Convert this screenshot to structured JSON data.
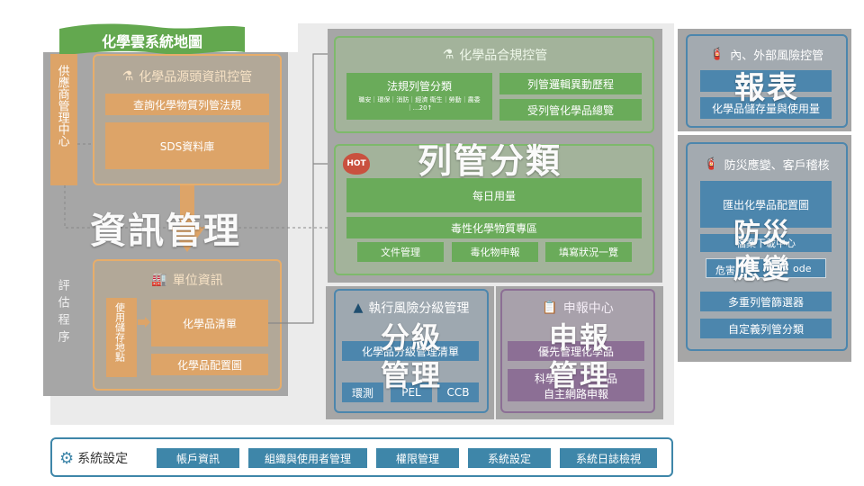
{
  "map_title": "化學雲系統地圖",
  "supplier": "供應商管理中心",
  "eval": "評估程序",
  "source": {
    "title": "化學品源頭資訊控管",
    "query": "查詢化學物質列管法規",
    "sds": "SDS資料庫"
  },
  "info_overlay": "資訊管理",
  "unit": {
    "title": "單位資訊",
    "usage_storage": "使用儲存地點",
    "inventory": "化學品清單",
    "layout": "化學品配置圖"
  },
  "compliance": {
    "title": "化學品合規控管",
    "regs": "法規列管分類",
    "regs_sub": "職安｜環保｜消防｜經濟 衛生｜勞動｜農委｜…20↑",
    "history": "列管邏輯異動歷程",
    "overview": "受列管化學品總覽"
  },
  "hot": {
    "badge": "HOT",
    "daily": "每日用量",
    "toxic": "毒性化學物質專區",
    "docs": "文件管理",
    "toxic_report": "毒化物申報",
    "fill_status": "填寫狀況一覽"
  },
  "classify_overlay": "列管分類",
  "risk": {
    "title": "執行風險分級管理",
    "list": "化學品分級管理清單",
    "env": "環測",
    "pel": "PEL",
    "ccb": "CCB",
    "overlay_1": "分級",
    "overlay_2": "管理"
  },
  "report": {
    "title": "申報中心",
    "priority": "優先管理化學品",
    "science_prefix": "科學",
    "science_suffix": "品",
    "web": "自主網路申報",
    "overlay_1": "申報",
    "overlay_2": "管理"
  },
  "external": {
    "title": "內、外部風險控管",
    "overlay": "報表",
    "storage": "化學品儲存量與使用量"
  },
  "disaster": {
    "title": "防災應變、客戶稽核",
    "export": "匯出化學品配置圖",
    "archive": "檔案下載中心",
    "hazard_prefix": "危害",
    "hazard_suffix": "ode",
    "multi": "多重列管篩選器",
    "custom": "自定義列管分類",
    "overlay_1": "防災",
    "overlay_2": "應變"
  },
  "settings": {
    "label": "系統設定",
    "buttons": [
      "帳戶資訊",
      "組織與使用者管理",
      "權限管理",
      "系統設定",
      "系統日誌檢視"
    ]
  },
  "colors": {
    "orange": "#e7ad6a",
    "orange_box": "#dda468",
    "green": "#7eb96c",
    "green_box": "#6aab5a",
    "blue": "#4c86ad",
    "purple": "#8c6f95",
    "teal": "#3e86a9"
  }
}
